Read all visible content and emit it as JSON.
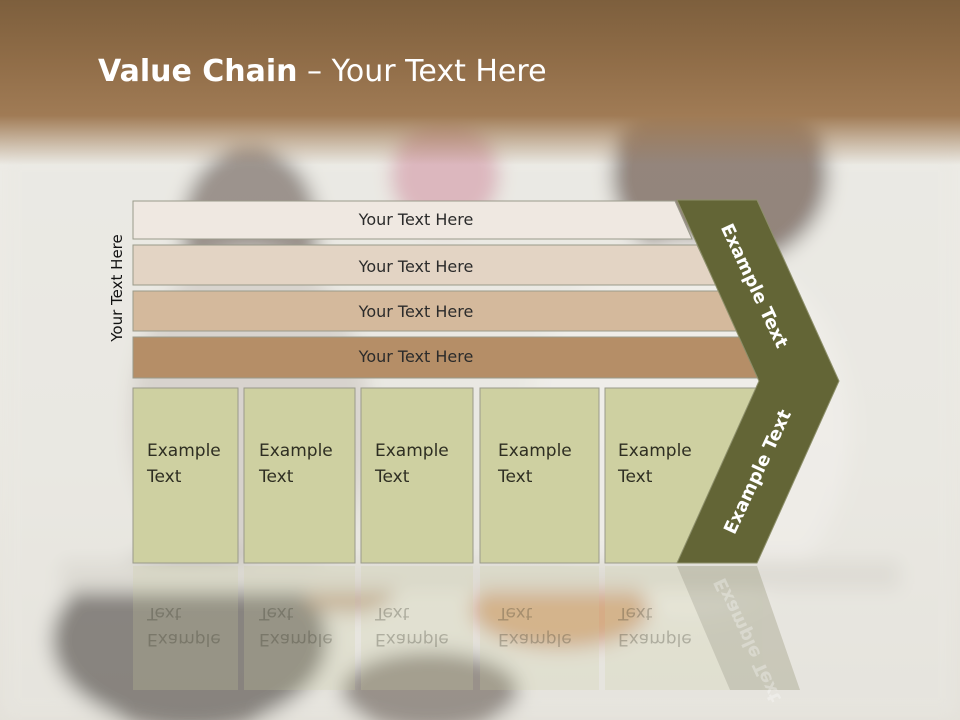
{
  "title": {
    "bold": "Value Chain",
    "rest": " – Your Text Here"
  },
  "side_label": "Your Text Here",
  "bars": [
    {
      "label": "Your Text Here",
      "color": "#efe8e1"
    },
    {
      "label": "Your Text Here",
      "color": "#e3d4c4"
    },
    {
      "label": "Your Text Here",
      "color": "#d4b99c"
    },
    {
      "label": "Your Text Here",
      "color": "#b58e67"
    }
  ],
  "boxes": [
    {
      "line1": "Example",
      "line2": "Text"
    },
    {
      "line1": "Example",
      "line2": "Text"
    },
    {
      "line1": "Example",
      "line2": "Text"
    },
    {
      "line1": "Example",
      "line2": "Text"
    },
    {
      "line1": "Example",
      "line2": "Text"
    }
  ],
  "chevron_top": "Example Text",
  "chevron_bottom": "Example Text",
  "colors": {
    "box_fill": "#ced0a1",
    "chevron_fill": "#636536",
    "title_band": "#8f6c47"
  }
}
